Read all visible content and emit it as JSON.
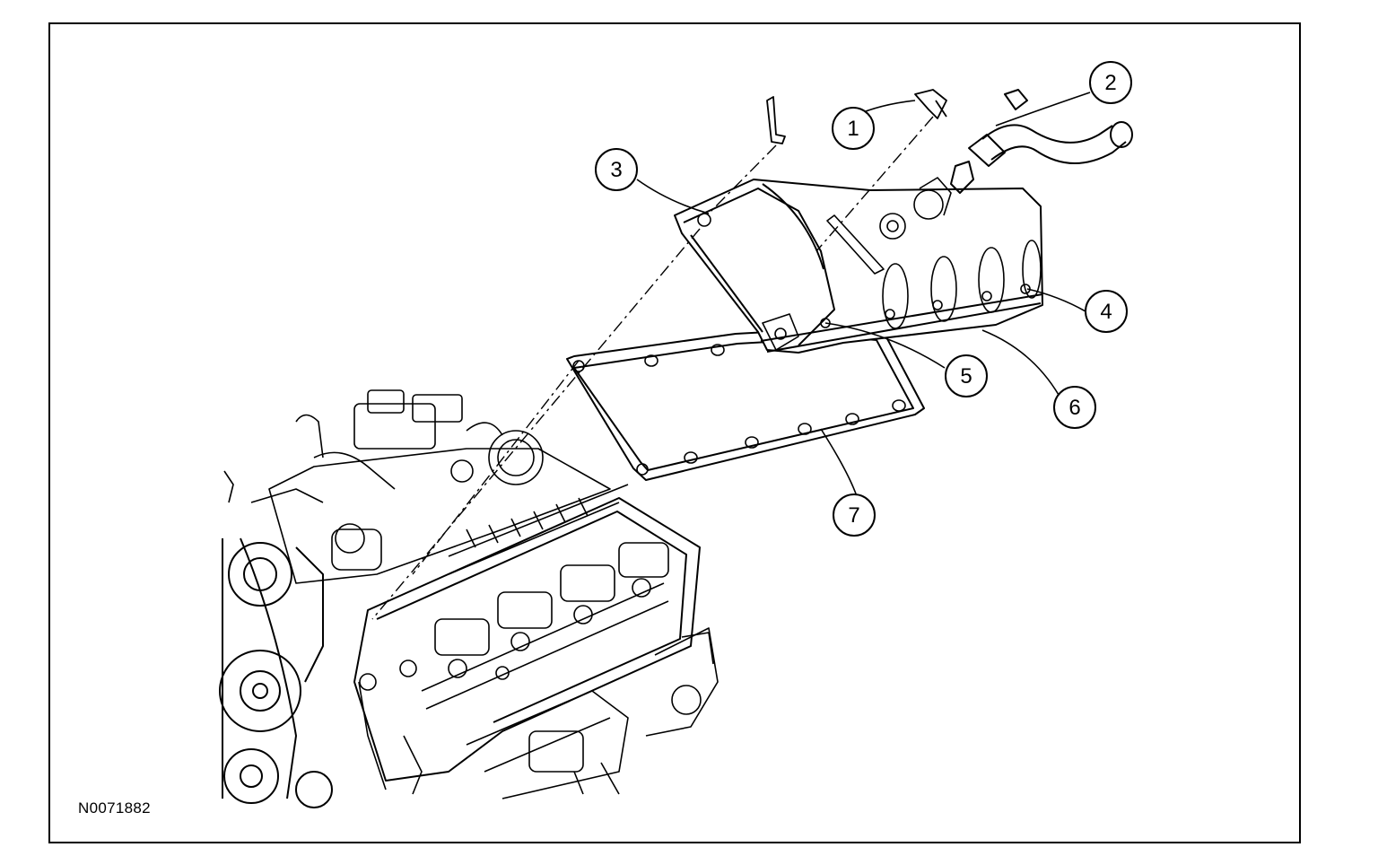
{
  "figure_id": "N0071882",
  "callouts": [
    {
      "number": "1",
      "part": "fastener"
    },
    {
      "number": "2",
      "part": "hose"
    },
    {
      "number": "3",
      "part": "fastener"
    },
    {
      "number": "4",
      "part": "fastener"
    },
    {
      "number": "5",
      "part": "fastener"
    },
    {
      "number": "6",
      "part": "valve-cover"
    },
    {
      "number": "7",
      "part": "gasket"
    }
  ]
}
